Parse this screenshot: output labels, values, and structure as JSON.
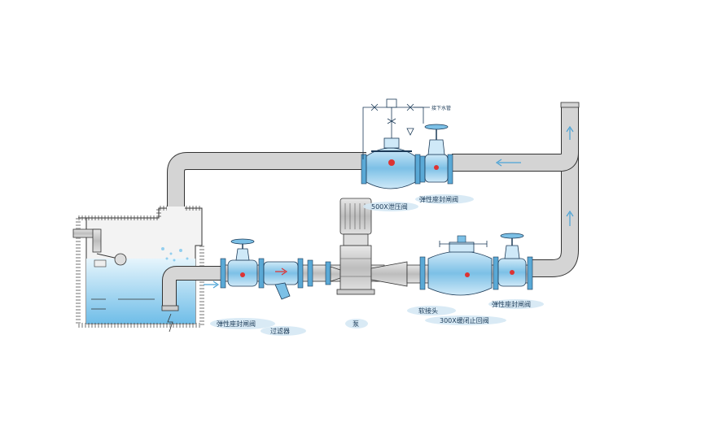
{
  "labels": {
    "pressure_relief_valve": "500X泄压阀",
    "gate_valve_top": "弹性座封闸阀",
    "drain_pipe": "接下水管",
    "gate_valve_inlet": "弹性座封闸阀",
    "filter": "过滤器",
    "pump": "泵",
    "flexible_joint": "软接头",
    "check_valve": "300X缓闭止回阀",
    "gate_valve_outlet": "弹性座封闸阀"
  },
  "colors": {
    "pipe_fill": "#d4d4d4",
    "pipe_stroke": "#2b2b2b",
    "valve_blue": "#5aa9d6",
    "water_blue": "#bfe3f5",
    "flow_arrow": "#4aa3d6",
    "label_splash": "#cfe4f2"
  }
}
